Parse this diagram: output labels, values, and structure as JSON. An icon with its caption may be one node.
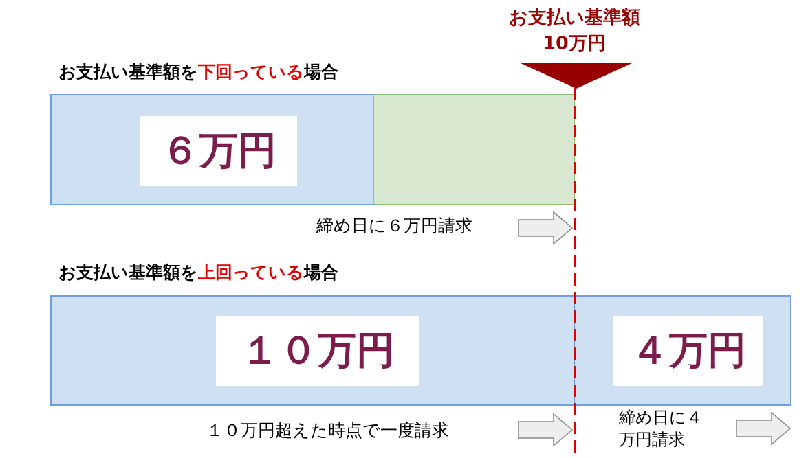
{
  "diagram": {
    "nodes": [
      {
        "text": [
          "お支払い基準額 10万円"
        ]
      },
      {
        "text": [
          "６万円"
        ]
      },
      {
        "text": [],
        "shape": "bar"
      },
      {
        "text": [
          "１０万円"
        ]
      },
      {
        "text": [
          "４万円"
        ]
      }
    ],
    "labels": [
      "お支払い基準額を**下回っている**場合",
      "締め日に６万円請求",
      "お支払い基準額を**上回っている**場合",
      "１０万円超えた時点で一度請求",
      "締め日に４万円請求"
    ]
  }
}
